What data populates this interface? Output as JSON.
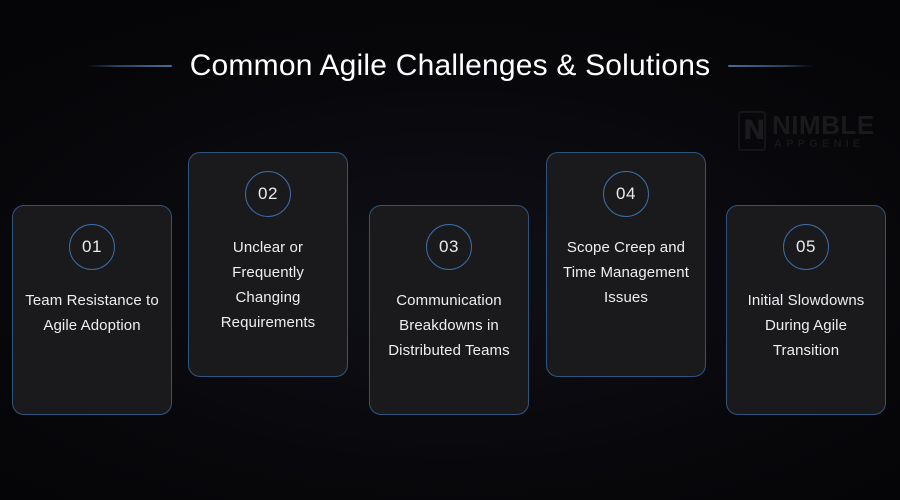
{
  "header": {
    "title": "Common Agile Challenges & Solutions",
    "accent_color": "#4a6d94"
  },
  "watermark": {
    "brand": "NIMBLE",
    "tagline": "APPGENIE",
    "mark_glyph": "N"
  },
  "theme": {
    "background": "#09090d",
    "card_background": "#1a1a1d",
    "card_border": "#31547f",
    "badge_border": "#3c6da8",
    "text_color": "#eceef0"
  },
  "cards": [
    {
      "number": "01",
      "text": "Team Resistance to Agile Adoption",
      "position": "low"
    },
    {
      "number": "02",
      "text": "Unclear or Frequently Changing Requirements",
      "position": "high"
    },
    {
      "number": "03",
      "text": "Communication Breakdowns in Distributed Teams",
      "position": "low"
    },
    {
      "number": "04",
      "text": "Scope Creep and Time Management Issues",
      "position": "high"
    },
    {
      "number": "05",
      "text": "Initial Slowdowns During Agile Transition",
      "position": "low"
    }
  ]
}
